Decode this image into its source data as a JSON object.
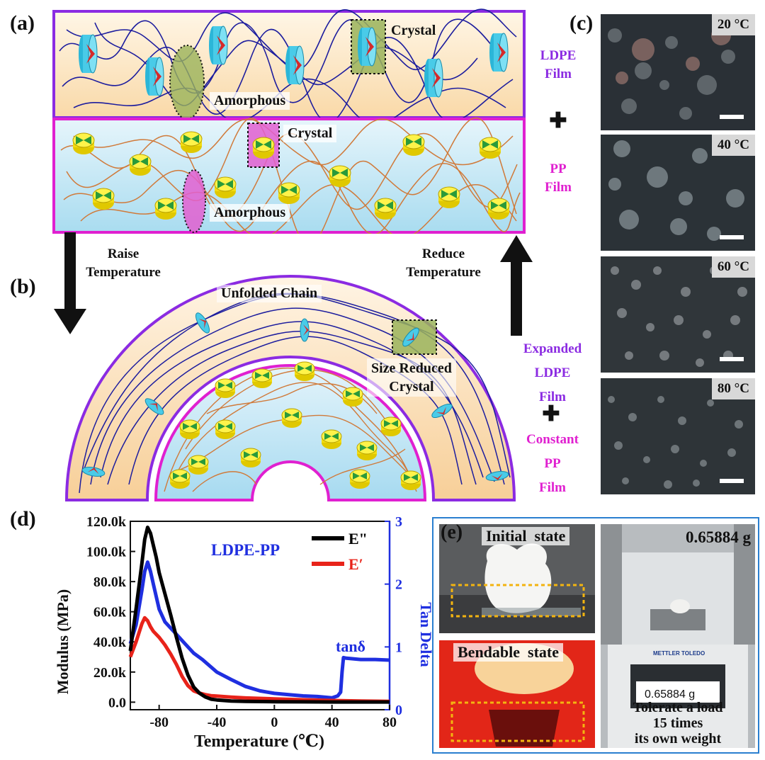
{
  "panels": {
    "a": "(a)",
    "b": "(b)",
    "c": "(c)",
    "d": "(d)",
    "e": "(e)"
  },
  "panel_a": {
    "crystal_top": "Crystal",
    "amorphous_top": "Amorphous",
    "crystal_bottom": "Crystal",
    "amorphous_bottom": "Amorphous",
    "ldpe_film": [
      "LDPE",
      "Film"
    ],
    "plus": "✚",
    "pp_film": [
      "PP",
      "Film"
    ]
  },
  "arrows": {
    "raise": [
      "Raise",
      "Temperature"
    ],
    "reduce": [
      "Reduce",
      "Temperature"
    ]
  },
  "panel_b": {
    "unfolded": "Unfolded Chain",
    "size_reduced": [
      "Size Reduced",
      "Crystal"
    ],
    "expanded": [
      "Expanded",
      "LDPE",
      "Film"
    ],
    "plus": "✚",
    "constant": [
      "Constant",
      "PP",
      "Film"
    ]
  },
  "panel_c": {
    "temps": [
      "20 °C",
      "40 °C",
      "60 °C",
      "80 °C"
    ]
  },
  "panel_e": {
    "initial": "Initial  state",
    "bendable": "Bendable  state",
    "mass": "0.65884 g",
    "display_reading": "0.65884",
    "display_unit": "g",
    "brand": "METTLER TOLEDO",
    "load_text": [
      "Tolerate a load",
      "15 times",
      "its own weight"
    ]
  },
  "colors": {
    "ldpe": "#8b2be2",
    "pp": "#e020d0",
    "ldpe_bg": "#fbe2b8",
    "pp_bg": "#bfe4f3",
    "chain_ldpe": "#1d1d9e",
    "chain_pp": "#d07a3a",
    "e_double_prime": "#000000",
    "e_prime": "#e8231a",
    "tan_delta": "#1f2fe0"
  },
  "chart_data": {
    "type": "line",
    "xlabel": "Temperature (℃)",
    "ylabel": "Modulus (MPa)",
    "y2label": "Tan Delta",
    "annotation": "LDPE-PP",
    "tan_label": "tanδ",
    "xlim": [
      -100,
      80
    ],
    "ylim": [
      -5000,
      120000
    ],
    "y2lim": [
      0,
      3
    ],
    "x_ticks": [
      "-80",
      "-40",
      "0",
      "40",
      "80"
    ],
    "x_tick_values": [
      -80,
      -40,
      0,
      40,
      80
    ],
    "y_ticks": [
      "0.0",
      "20.0k",
      "40.0k",
      "60.0k",
      "80.0k",
      "100.0k",
      "120.0k"
    ],
    "y_tick_values": [
      0,
      20000,
      40000,
      60000,
      80000,
      100000,
      120000
    ],
    "y2_ticks": [
      "0",
      "1",
      "2",
      "3"
    ],
    "y2_tick_values": [
      0,
      1,
      2,
      3
    ],
    "legend": [
      "E\"",
      "E′"
    ],
    "series": [
      {
        "name": "E\"",
        "axis": "left",
        "color": "#000000",
        "x": [
          -100,
          -96,
          -92,
          -90,
          -88,
          -86,
          -84,
          -82,
          -80,
          -76,
          -72,
          -68,
          -64,
          -60,
          -56,
          -52,
          -48,
          -44,
          -40,
          -30,
          -20,
          0,
          20,
          40,
          60,
          80
        ],
        "y": [
          34000,
          62000,
          92000,
          108000,
          116000,
          112000,
          104000,
          96000,
          86000,
          72000,
          58000,
          43000,
          29000,
          18000,
          10000,
          6000,
          3500,
          2000,
          1500,
          800,
          500,
          300,
          200,
          100,
          100,
          100
        ]
      },
      {
        "name": "E′",
        "axis": "left",
        "color": "#e8231a",
        "x": [
          -100,
          -96,
          -92,
          -90,
          -88,
          -86,
          -84,
          -80,
          -76,
          -72,
          -68,
          -64,
          -60,
          -56,
          -52,
          -48,
          -44,
          -40,
          -30,
          -20,
          0,
          20,
          40,
          60,
          80
        ],
        "y": [
          30000,
          40000,
          52000,
          56000,
          54000,
          50000,
          47000,
          43000,
          38000,
          32000,
          25000,
          17000,
          11000,
          7500,
          6000,
          5000,
          4300,
          4000,
          3300,
          2800,
          2200,
          1600,
          1100,
          800,
          500
        ]
      },
      {
        "name": "tanδ",
        "axis": "right",
        "color": "#1f2fe0",
        "x": [
          -100,
          -96,
          -92,
          -90,
          -88,
          -86,
          -84,
          -82,
          -80,
          -76,
          -72,
          -68,
          -64,
          -60,
          -56,
          -50,
          -40,
          -30,
          -20,
          -10,
          0,
          10,
          20,
          30,
          40,
          44,
          46,
          47,
          48,
          50,
          60,
          70,
          80
        ],
        "y": [
          1.05,
          1.35,
          1.9,
          2.2,
          2.35,
          2.2,
          2.0,
          1.8,
          1.6,
          1.4,
          1.3,
          1.2,
          1.1,
          1.0,
          0.9,
          0.8,
          0.6,
          0.48,
          0.37,
          0.3,
          0.26,
          0.24,
          0.22,
          0.21,
          0.19,
          0.22,
          0.28,
          0.6,
          0.83,
          0.82,
          0.8,
          0.8,
          0.79
        ]
      }
    ]
  }
}
